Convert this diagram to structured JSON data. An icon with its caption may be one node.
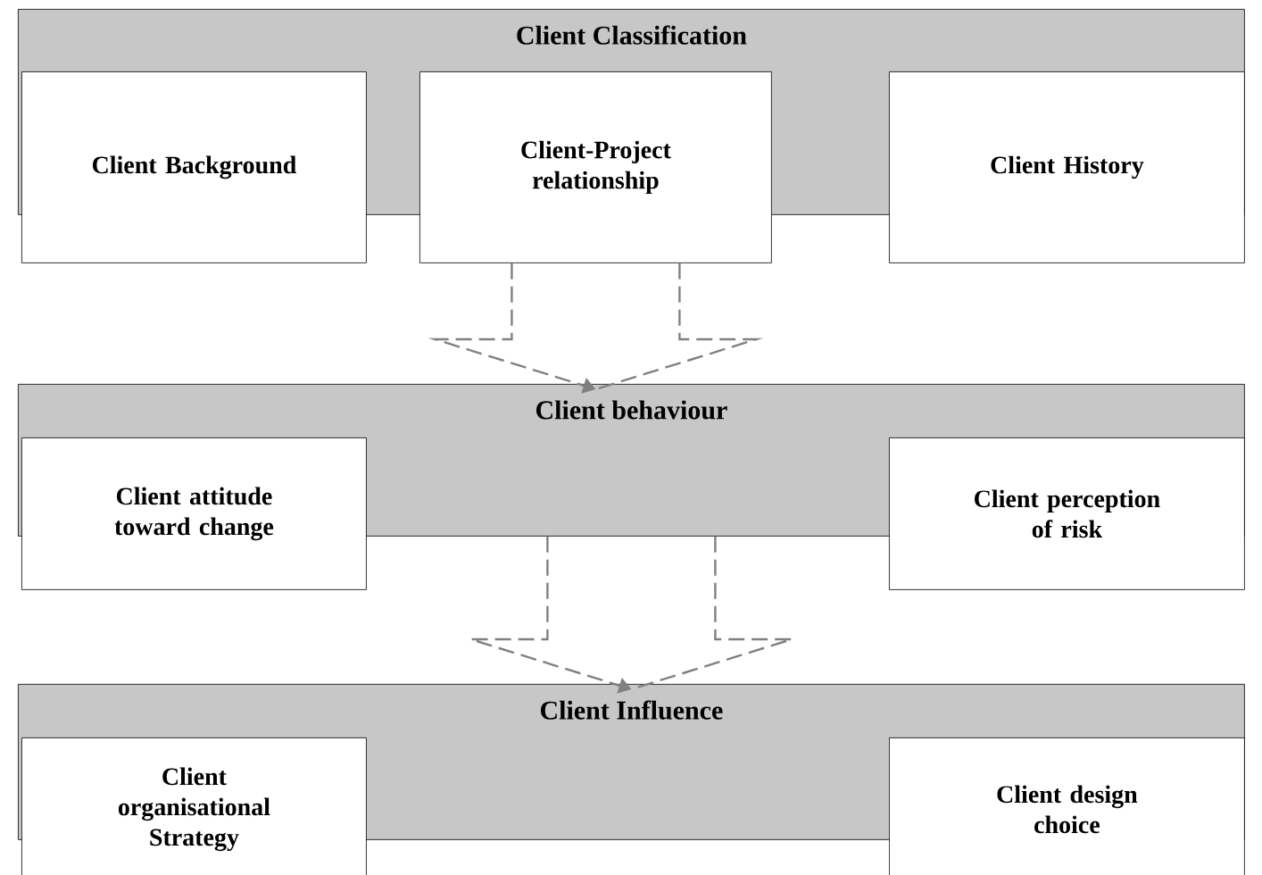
{
  "diagram": {
    "nodes": [
      {
        "text": [
          "Client Classification"
        ]
      },
      {
        "text": [
          "Client Background"
        ]
      },
      {
        "text": [
          "Client-Project relationship"
        ]
      },
      {
        "text": [
          "Client History"
        ]
      },
      {
        "text": [
          "Client behaviour"
        ]
      },
      {
        "text": [
          "Client attitude toward change"
        ]
      },
      {
        "text": [
          "Client perception of risk"
        ]
      },
      {
        "text": [
          "Client Influence"
        ]
      },
      {
        "text": [
          "Client organisational Strategy"
        ]
      },
      {
        "text": [
          "Client design choice"
        ]
      }
    ],
    "edges": [
      {
        "from": 2,
        "to": 4,
        "arrow": "to",
        "style": "dashed"
      },
      {
        "from": 4,
        "to": 7,
        "arrow": "to",
        "style": "dashed"
      }
    ]
  }
}
